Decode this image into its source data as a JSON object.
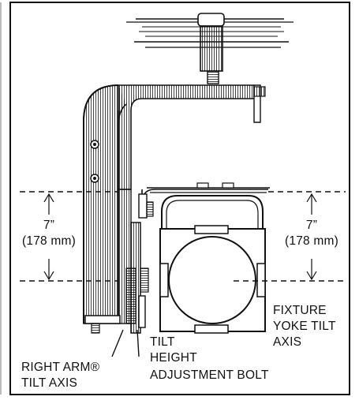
{
  "labels": {
    "left_dim": "7”",
    "left_dim_metric": "(178 mm)",
    "right_dim": "7”",
    "right_dim_metric": "(178 mm)",
    "fixture_axis_1": "FIXTURE",
    "fixture_axis_2": "YOKE TILT",
    "fixture_axis_3": "AXIS",
    "tilt_bolt_1": "TILT",
    "tilt_bolt_2": "HEIGHT",
    "tilt_bolt_3": "ADJUSTMENT BOLT",
    "right_arm_1": "RIGHT ARM®",
    "right_arm_2": "TILT AXIS"
  },
  "colors": {
    "ink": "#111111",
    "background": "#ffffff"
  }
}
